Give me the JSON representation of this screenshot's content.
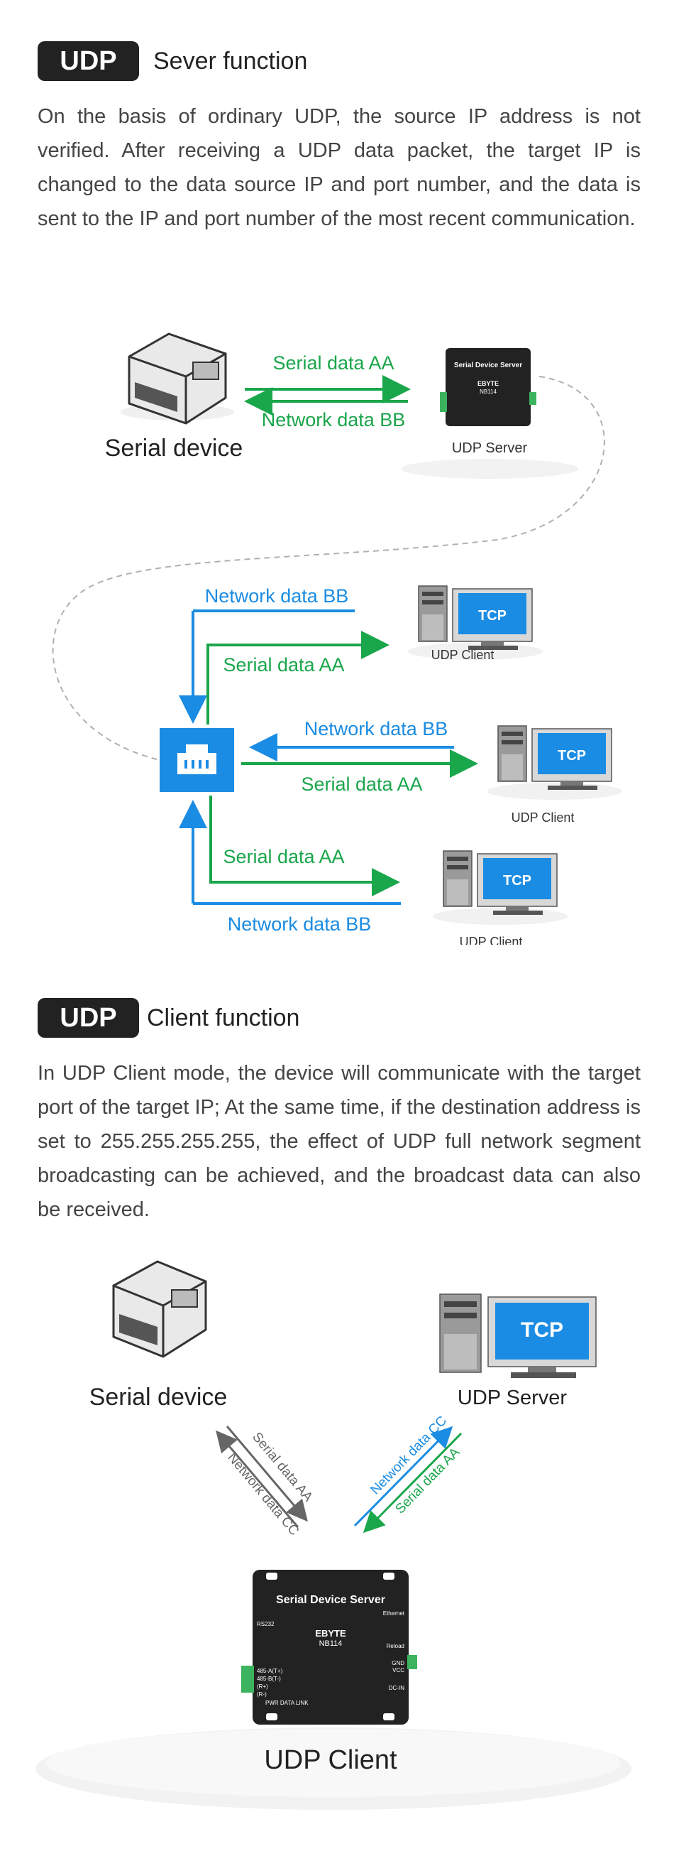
{
  "udp_server_section": {
    "badge": "UDP",
    "title": "Sever function",
    "description": "On the basis of ordinary UDP, the source IP address is not verified. After receiving a UDP data packet, the target IP is changed to the data source IP and port number, and the data is sent to the IP and port number of the most recent communication.",
    "diagram": {
      "serial_device_label": "Serial device",
      "serial_data_label": "Serial data AA",
      "network_data_label": "Network data BB",
      "server_caption": "UDP Server",
      "device_title": "Serial Device Server",
      "device_brand": "EBYTE",
      "device_model": "NB114",
      "client_caption": "UDP Client",
      "tcp_label": "TCP",
      "colors": {
        "green": "#1aa64b",
        "blue": "#1b8ce3",
        "dashed": "#b0b0b0"
      }
    }
  },
  "udp_client_section": {
    "badge": "UDP",
    "title": "Client function",
    "description": "In UDP Client mode, the device will communicate with the target port of the target IP; At the same time, if the destination address is set to 255.255.255.255, the effect of UDP full network segment broadcasting can be achieved, and the broadcast data can also be received.",
    "diagram": {
      "serial_device_label": "Serial device",
      "server_label": "UDP Server",
      "client_label": "UDP Client",
      "tcp_label": "TCP",
      "left_arrow_labels": [
        "Serial data AA",
        "Network data CC"
      ],
      "right_arrow_labels": [
        "Network data CC",
        "Serial data AA"
      ],
      "device_title": "Serial Device Server",
      "device_brand": "EBYTE",
      "device_model": "NB114",
      "device_ports": [
        "RS232",
        "485-A(T+)",
        "485-B(T-)",
        "(R+)",
        "(R-)"
      ],
      "device_right_labels": [
        "Ethernet",
        "Reload",
        "GND",
        "VCC",
        "DC-IN"
      ],
      "device_leds": "PWR DATA LINK"
    }
  }
}
